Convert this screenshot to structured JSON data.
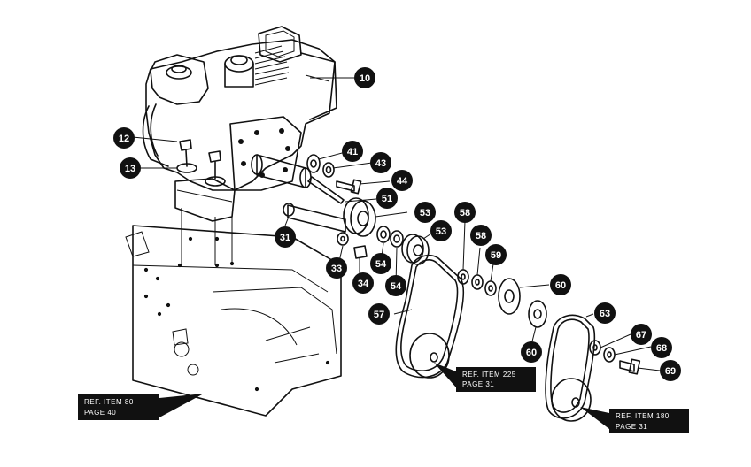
{
  "callouts": [
    {
      "label": "10"
    },
    {
      "label": "12"
    },
    {
      "label": "13"
    },
    {
      "label": "41"
    },
    {
      "label": "43"
    },
    {
      "label": "44"
    },
    {
      "label": "51"
    },
    {
      "label": "53"
    },
    {
      "label": "53"
    },
    {
      "label": "31"
    },
    {
      "label": "33"
    },
    {
      "label": "34"
    },
    {
      "label": "54"
    },
    {
      "label": "54"
    },
    {
      "label": "57"
    },
    {
      "label": "58"
    },
    {
      "label": "58"
    },
    {
      "label": "59"
    },
    {
      "label": "60"
    },
    {
      "label": "60"
    },
    {
      "label": "63"
    },
    {
      "label": "67"
    },
    {
      "label": "68"
    },
    {
      "label": "69"
    }
  ],
  "references": [
    {
      "line1": "REF. ITEM 80",
      "line2": "PAGE 40"
    },
    {
      "line1": "REF. ITEM 225",
      "line2": "PAGE 31"
    },
    {
      "line1": "REF. ITEM 180",
      "line2": "PAGE 31"
    }
  ]
}
